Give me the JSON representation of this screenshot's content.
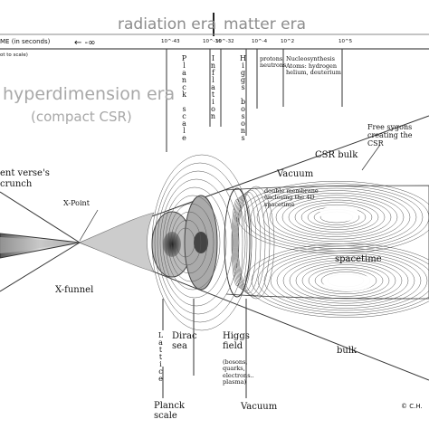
{
  "eras": {
    "radiation": "radiation era",
    "matter": "matter era",
    "hyperdimension": "hyperdimension era",
    "compact": "(compact CSR)"
  },
  "timeline": {
    "axis_label": "ME (in seconds)",
    "scale_note": "ot to scale)",
    "neg_infinity": "← -∞",
    "ticks": [
      "10^-43",
      "10^-36",
      "10^-32",
      "10^-4",
      "10^2",
      "10^5"
    ]
  },
  "vertical_labels": {
    "planck": "Planck scale",
    "inflation": "Inflation",
    "higgs": "Higgs bosons",
    "lattice": "Lattice"
  },
  "events": {
    "protons": "protons neutrons",
    "nucleo_title": "Nucleosynthesis",
    "nucleo_text": "Atoms: hydrogen helium, deuterium"
  },
  "labels": {
    "free_sygons": "Free sygons creating the CSR",
    "csr_bulk": "CSR bulk",
    "vacuum": "Vacuum",
    "double_membrane": "double membrane enclosing the 4D spacetime",
    "spacetime": "spacetime",
    "bulk": "bulk",
    "prev_universe": "ent verse's crunch",
    "x_point": "X-Point",
    "x_funnel": "X-funnel",
    "dirac_sea": "Dirac sea",
    "higgs_field": "Higgs field",
    "higgs_field_items": "(bosons, quarks, electrons.. plasma)",
    "planck_scale": "Planck scale",
    "vacuum_bottom": "Vacuum",
    "copyright": "© C.H."
  }
}
